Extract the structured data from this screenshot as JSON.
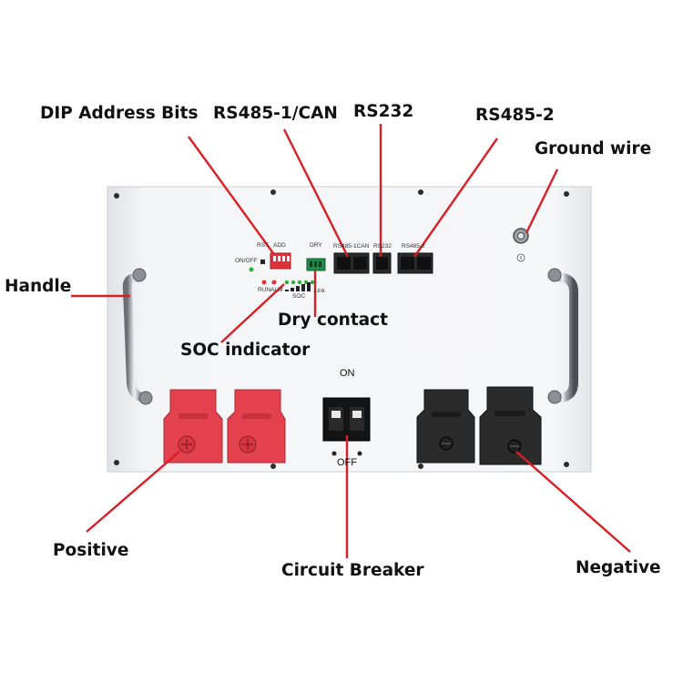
{
  "callouts": {
    "dip_address_bits": "DIP Address Bits",
    "rs485_1_can": "RS485-1/CAN",
    "rs232": "RS232",
    "rs485_2": "RS485-2",
    "ground_wire": "Ground wire",
    "handle": "Handle",
    "dry_contact": "Dry contact",
    "soc_indicator": "SOC indicator",
    "positive": "Positive",
    "circuit_breaker": "Circuit Breaker",
    "negative": "Negative"
  },
  "panel_labels": {
    "rst": "RST",
    "add": "ADD",
    "on_off": "ON/OFF",
    "dry": "DRY",
    "rs485_1can": "RS485-1CAN",
    "rs232": "RS232",
    "rs485_2": "RS485-2",
    "run": "RUN",
    "alm": "ALM",
    "soc": "SOC",
    "link": "Link"
  },
  "breaker": {
    "on": "ON",
    "off": "OFF"
  },
  "colors": {
    "callout_line": "#d81f26",
    "positive_terminal": "#e4414e",
    "negative_terminal": "#2b2b2b",
    "led_green": "#2fae3b",
    "led_red": "#e0323c",
    "dip_switch": "#e0323c",
    "dry_connector": "#1f8a4a"
  }
}
